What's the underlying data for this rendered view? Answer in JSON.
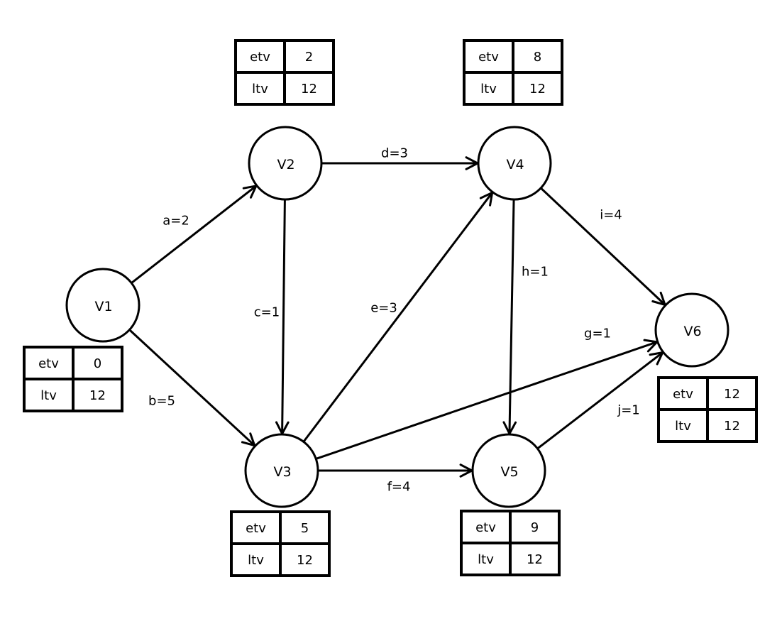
{
  "graph": {
    "nodes": [
      {
        "id": "V1",
        "label": "V1",
        "etv_label": "etv",
        "etv": "0",
        "ltv_label": "ltv",
        "ltv": "12"
      },
      {
        "id": "V2",
        "label": "V2",
        "etv_label": "etv",
        "etv": "2",
        "ltv_label": "ltv",
        "ltv": "12"
      },
      {
        "id": "V3",
        "label": "V3",
        "etv_label": "etv",
        "etv": "5",
        "ltv_label": "ltv",
        "ltv": "12"
      },
      {
        "id": "V4",
        "label": "V4",
        "etv_label": "etv",
        "etv": "8",
        "ltv_label": "ltv",
        "ltv": "12"
      },
      {
        "id": "V5",
        "label": "V5",
        "etv_label": "etv",
        "etv": "9",
        "ltv_label": "ltv",
        "ltv": "12"
      },
      {
        "id": "V6",
        "label": "V6",
        "etv_label": "etv",
        "etv": "12",
        "ltv_label": "ltv",
        "ltv": "12"
      }
    ],
    "edges": [
      {
        "id": "a",
        "label": "a=2",
        "from": "V1",
        "to": "V2"
      },
      {
        "id": "b",
        "label": "b=5",
        "from": "V1",
        "to": "V3"
      },
      {
        "id": "c",
        "label": "c=1",
        "from": "V2",
        "to": "V3"
      },
      {
        "id": "d",
        "label": "d=3",
        "from": "V2",
        "to": "V4"
      },
      {
        "id": "e",
        "label": "e=3",
        "from": "V3",
        "to": "V4"
      },
      {
        "id": "f",
        "label": "f=4",
        "from": "V3",
        "to": "V5"
      },
      {
        "id": "g",
        "label": "g=1",
        "from": "V3",
        "to": "V6"
      },
      {
        "id": "h",
        "label": "h=1",
        "from": "V4",
        "to": "V5"
      },
      {
        "id": "i",
        "label": "i=4",
        "from": "V4",
        "to": "V6"
      },
      {
        "id": "j",
        "label": "j=1",
        "from": "V5",
        "to": "V6"
      }
    ]
  }
}
